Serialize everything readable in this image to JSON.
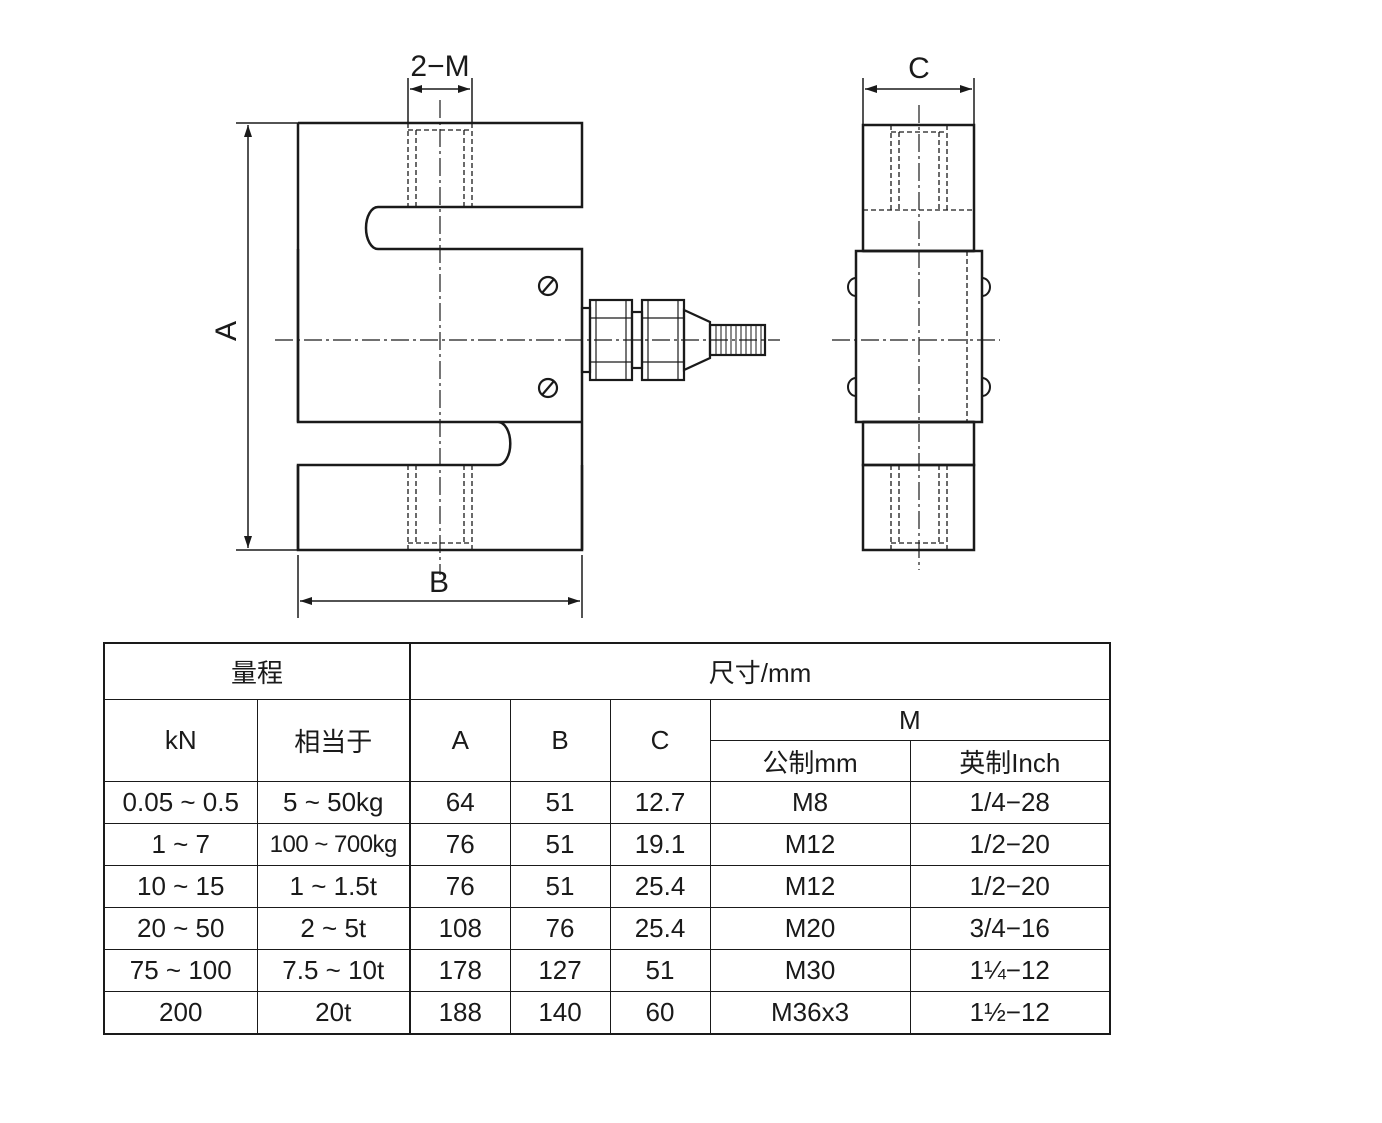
{
  "drawing": {
    "labels": {
      "thread": "2−M",
      "height": "A",
      "width": "B",
      "thickness": "C"
    }
  },
  "table": {
    "group_range": "量程",
    "group_dimensions": "尺寸/mm",
    "col_kn": "kN",
    "col_equivalent": "相当于",
    "col_a": "A",
    "col_b": "B",
    "col_c": "C",
    "col_m": "M",
    "col_metric": "公制mm",
    "col_imperial": "英制Inch",
    "rows": [
      {
        "kn": "0.05 ~ 0.5",
        "eq": "5 ~ 50kg",
        "a": "64",
        "b": "51",
        "c": "12.7",
        "metric": "M8",
        "imperial": "1/4−28"
      },
      {
        "kn": "1 ~ 7",
        "eq": "100 ~ 700kg",
        "a": "76",
        "b": "51",
        "c": "19.1",
        "metric": "M12",
        "imperial": "1/2−20"
      },
      {
        "kn": "10 ~ 15",
        "eq": "1 ~ 1.5t",
        "a": "76",
        "b": "51",
        "c": "25.4",
        "metric": "M12",
        "imperial": "1/2−20"
      },
      {
        "kn": "20 ~ 50",
        "eq": "2 ~ 5t",
        "a": "108",
        "b": "76",
        "c": "25.4",
        "metric": "M20",
        "imperial": "3/4−16"
      },
      {
        "kn": "75 ~ 100",
        "eq": "7.5 ~ 10t",
        "a": "178",
        "b": "127",
        "c": "51",
        "metric": "M30",
        "imperial": "1¼−12"
      },
      {
        "kn": "200",
        "eq": "20t",
        "a": "188",
        "b": "140",
        "c": "60",
        "metric": "M36x3",
        "imperial": "1½−12"
      }
    ]
  }
}
